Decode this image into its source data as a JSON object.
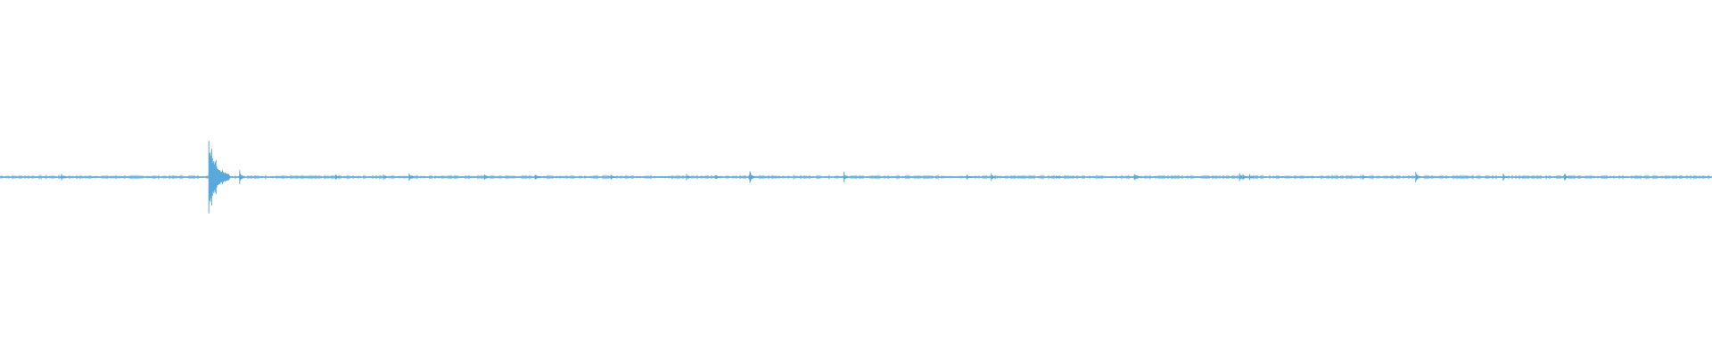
{
  "waveform": {
    "color": "#5aa9dc",
    "background": "#ffffff",
    "duration_fraction_note": "",
    "peaks": [
      {
        "t": 0.036,
        "amp": 0.05
      },
      {
        "t": 0.122,
        "amp": 0.5
      },
      {
        "t": 0.124,
        "amp": 0.25
      },
      {
        "t": 0.127,
        "amp": 0.12
      },
      {
        "t": 0.14,
        "amp": 0.1
      },
      {
        "t": 0.196,
        "amp": 0.05
      },
      {
        "t": 0.224,
        "amp": 0.03
      },
      {
        "t": 0.239,
        "amp": 0.05
      },
      {
        "t": 0.283,
        "amp": 0.04
      },
      {
        "t": 0.313,
        "amp": 0.03
      },
      {
        "t": 0.357,
        "amp": 0.03
      },
      {
        "t": 0.401,
        "amp": 0.04
      },
      {
        "t": 0.418,
        "amp": 0.03
      },
      {
        "t": 0.438,
        "amp": 0.08
      },
      {
        "t": 0.493,
        "amp": 0.06
      },
      {
        "t": 0.565,
        "amp": 0.03
      },
      {
        "t": 0.579,
        "amp": 0.06
      },
      {
        "t": 0.617,
        "amp": 0.03
      },
      {
        "t": 0.663,
        "amp": 0.05
      },
      {
        "t": 0.724,
        "amp": 0.07
      },
      {
        "t": 0.726,
        "amp": 0.05
      },
      {
        "t": 0.73,
        "amp": 0.04
      },
      {
        "t": 0.796,
        "amp": 0.03
      },
      {
        "t": 0.827,
        "amp": 0.09
      },
      {
        "t": 0.878,
        "amp": 0.04
      },
      {
        "t": 0.914,
        "amp": 0.05
      }
    ]
  }
}
